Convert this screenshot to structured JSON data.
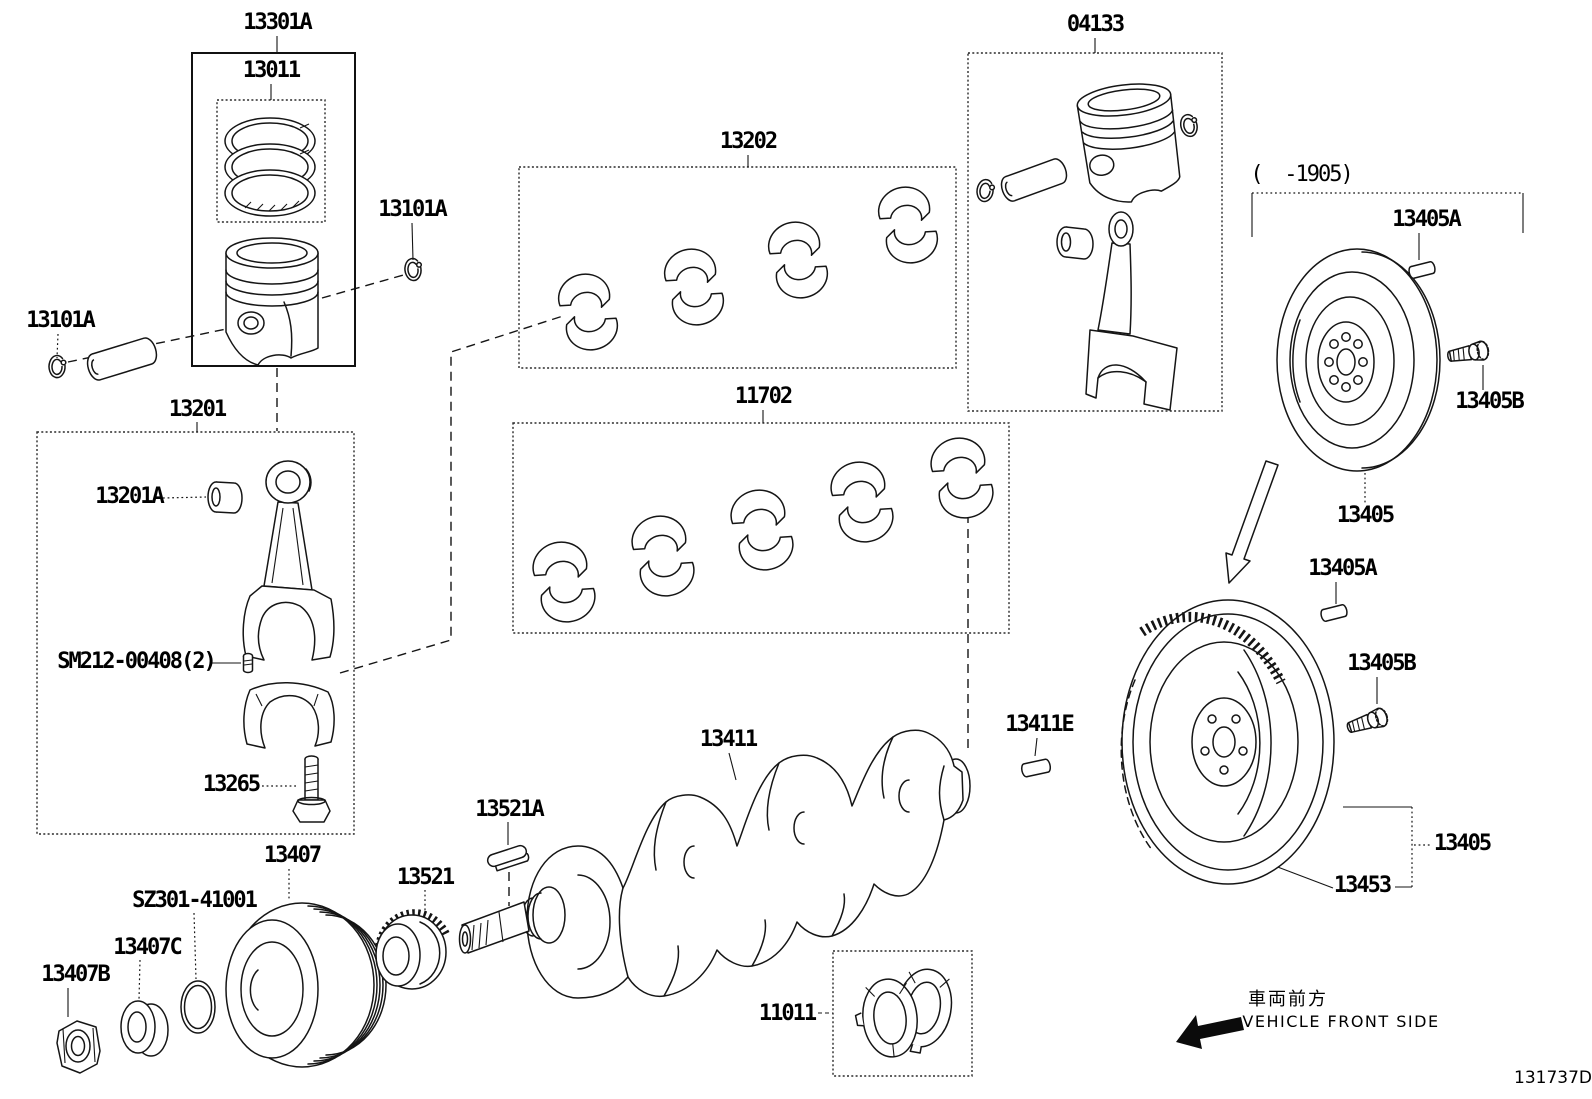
{
  "title": "Crankshaft and Piston parts diagram",
  "colors": {
    "ink": "#151515",
    "background": "#ffffff"
  },
  "footer": {
    "code": "131737D",
    "front_jp": "車両前方",
    "front_en": "VEHICLE FRONT SIDE"
  },
  "applicability": {
    "paren": "(",
    "range": "-1905)"
  },
  "labels": {
    "piston_kit_box": "13301A",
    "piston_ring_set": "13011",
    "pin_snap_ring_left": "13101A",
    "pin_snap_ring_right": "13101A",
    "rod_bearing_box": "13202",
    "piston_rod_box": "04133",
    "flywheel_pin_top": "13405A",
    "flywheel_bolt_top": "13405B",
    "flywheel_top": "13405",
    "rod_box": "13201",
    "rod_bushing": "13201A",
    "rod_bolt_small": "SM212-00408(2)",
    "rod_cap_bolt": "13265",
    "main_bearing_box": "11702",
    "flywheel_pin_bottom": "13405A",
    "flywheel_bolt_bottom": "13405B",
    "crank_rear_pin": "13411E",
    "crankshaft": "13411",
    "crank_key": "13521A",
    "crank_pulley": "13407",
    "crank_timing_gear": "13521",
    "pulley_oring": "SZ301-41001",
    "pulley_washer": "13407C",
    "pulley_nut": "13407B",
    "thrust_washer_box": "11011",
    "flywheel_bottom": "13405",
    "flywheel_plate": "13453"
  }
}
